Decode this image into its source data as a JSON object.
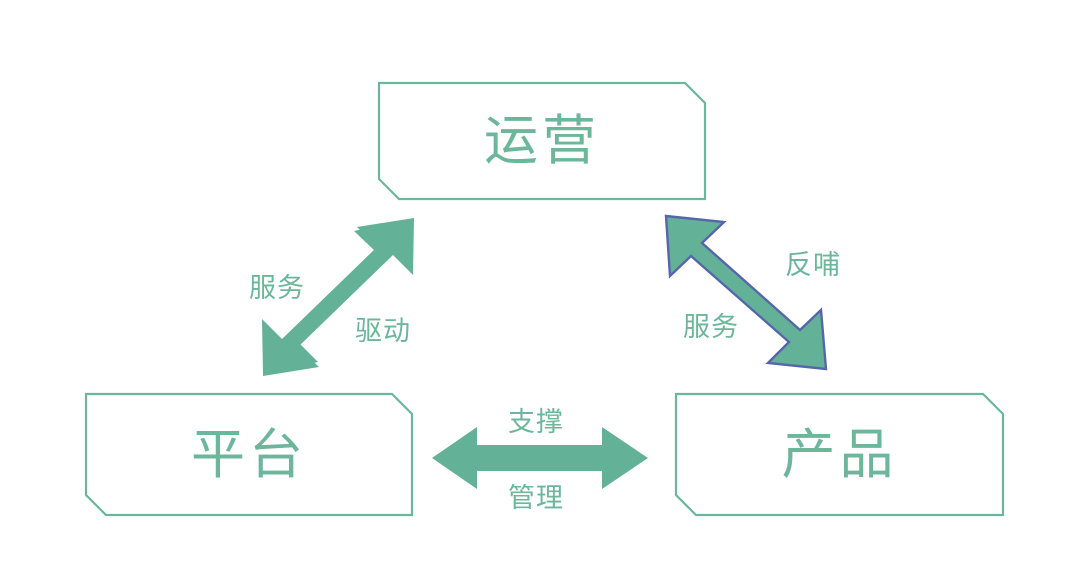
{
  "diagram": {
    "title_text_color": "#6cb79c",
    "arrow_fill_color": "#63b298",
    "arrow_outline_color": "#5566aa",
    "box_border_color": "#6cb79c",
    "background_color": "#ffffff",
    "nodes": [
      {
        "id": "operations",
        "label": "运营"
      },
      {
        "id": "platform",
        "label": "平台"
      },
      {
        "id": "product",
        "label": "产品"
      }
    ],
    "edges": [
      {
        "id": "platform-operations",
        "from": "平台",
        "to": "运营",
        "orientation": "diagonal-up-right",
        "labels": [
          {
            "id": "service-left",
            "text": "服务"
          },
          {
            "id": "drive",
            "text": "驱动"
          }
        ]
      },
      {
        "id": "operations-product",
        "from": "运营",
        "to": "产品",
        "orientation": "diagonal-down-right",
        "labels": [
          {
            "id": "feedback",
            "text": "反哺"
          },
          {
            "id": "service-right",
            "text": "服务"
          }
        ]
      },
      {
        "id": "platform-product",
        "from": "平台",
        "to": "产品",
        "orientation": "horizontal",
        "labels": [
          {
            "id": "support",
            "text": "支撑"
          },
          {
            "id": "manage",
            "text": "管理"
          }
        ]
      }
    ]
  }
}
